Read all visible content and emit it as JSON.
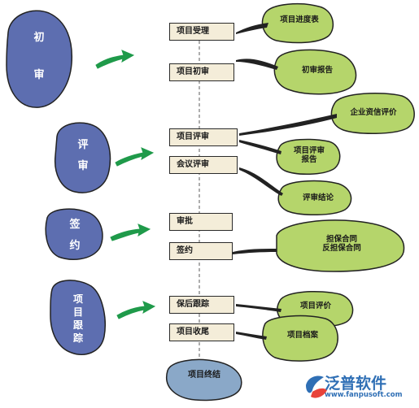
{
  "phases": {
    "initial": [
      "初",
      "审"
    ],
    "review": [
      "评",
      "审"
    ],
    "sign": [
      "签",
      "约"
    ],
    "track": [
      "项",
      "目",
      "跟",
      "踪"
    ]
  },
  "steps": {
    "acceptance": "项目受理",
    "initial_review": "项目初审",
    "project_review": "项目评审",
    "meeting_review": "会议评审",
    "approval": "审批",
    "signing": "签约",
    "post_loan_tracking": "保后跟踪",
    "project_closing": "项目收尾"
  },
  "notes": {
    "progress_table": "项目进度表",
    "initial_review_report": "初审报告",
    "credit_evaluation": "企业资信评价",
    "review_report": "项目评审\n报告",
    "review_conclusion": "评审结论",
    "guarantee_contract": "担保合同\n反担保合同",
    "project_evaluation": "项目评价",
    "project_archive": "项目档案"
  },
  "final_step": "项目终结",
  "brand": {
    "name": "泛普软件",
    "url": "www.fanpusoft.com"
  },
  "colors": {
    "phase_fill": "#5d6eb0",
    "note_fill": "#b5d56b",
    "arrow": "#1f9a4a",
    "step_fill": "#f4edd9",
    "final_fill": "#8aa8c8",
    "brand": "#2f6fb5"
  }
}
